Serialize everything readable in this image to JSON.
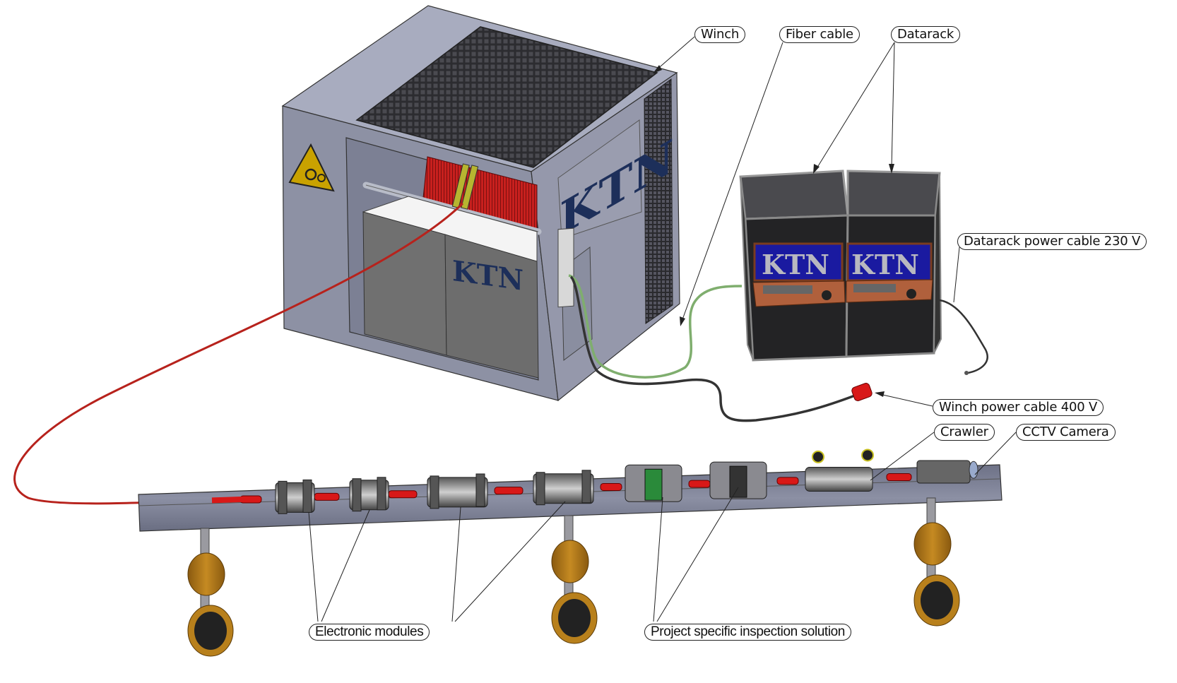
{
  "diagram": {
    "subject": "Pipe inspection system overview",
    "brand_logo_text": "KTN",
    "colors": {
      "enclosure": "#8c90a3",
      "enclosure_top": "#a9adbf",
      "grille": "#3a3a3e",
      "drum_cable": "#c8201e",
      "fiber_cable_red": "#b7221c",
      "green_cable": "#7fae6e",
      "power_cable": "#333333",
      "plug": "#d81818",
      "rack_body": "#2b2b2d",
      "screen": "#1a1aa0",
      "wheel": "#b8801c",
      "tire": "#222222",
      "pipe": "#7a7e92",
      "logo_navy": "#1d2f5a",
      "warning_yellow": "#c9a200"
    },
    "components": {
      "winch": "Winch",
      "datarack_count": 2,
      "support_stands": 3
    }
  },
  "labels": {
    "winch": "Winch",
    "fiber_cable": "Fiber cable",
    "datarack": "Datarack",
    "datarack_power": "Datarack power cable 230 V",
    "winch_power": "Winch power cable 400 V",
    "crawler": "Crawler",
    "cctv_camera": "CCTV Camera",
    "electronic_modules": "Electronic modules",
    "inspection_solution": "Project specific inspection solution"
  }
}
